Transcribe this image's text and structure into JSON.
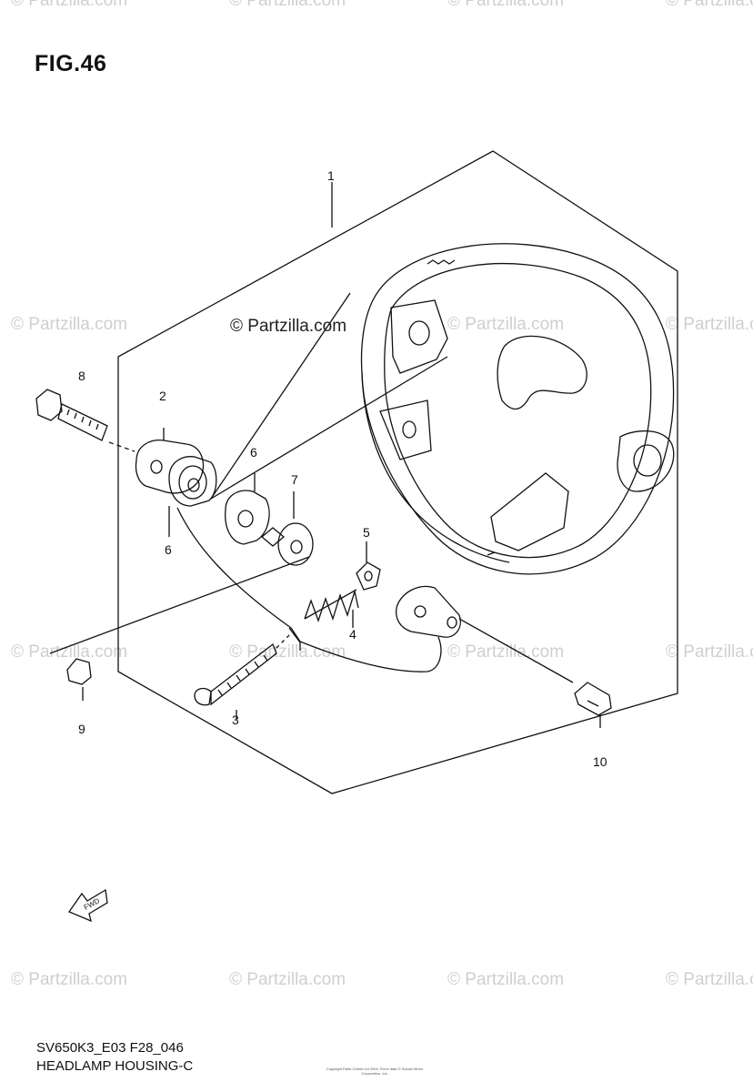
{
  "figure": {
    "title": "FIG.46"
  },
  "watermark": {
    "text": "© Partzilla.com",
    "center_text": "© Partzilla.com"
  },
  "callouts": [
    "1",
    "2",
    "3",
    "4",
    "5",
    "6",
    "6",
    "7",
    "8",
    "9",
    "10"
  ],
  "footer": {
    "code": "SV650K3_E03 F28_046",
    "caption": "HEADLAMP HOUSING-C",
    "copyright": "Copyright Parts Online Ltd 2004. Fiche data © Suzuki Motor Corporation, Inc."
  },
  "fwd_label": "FWD",
  "colors": {
    "line": "#111111",
    "watermark": "#cfcfcf"
  }
}
